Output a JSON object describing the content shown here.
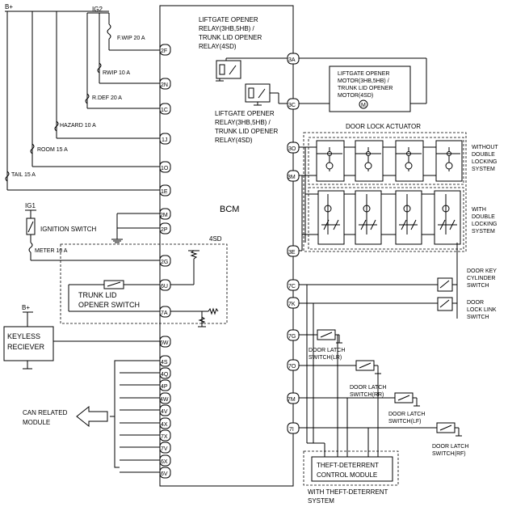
{
  "power": {
    "bplus": "B+",
    "ig2": "IG2",
    "ig1": "IG1",
    "bplus_keyless": "B+"
  },
  "fuses": {
    "fwip": "F.WIP 20 A",
    "rwip": "RWIP 10 A",
    "rdef": "R.DEF 20 A",
    "hazard": "HAZARD 10 A",
    "room": "ROOM 15 A",
    "tail": "TAIL 15 A",
    "meter": "METER 10 A"
  },
  "bcm": {
    "label": "BCM",
    "left_terminals": [
      "2F",
      "2N",
      "1C",
      "1J",
      "1O",
      "1E",
      "2M",
      "2P",
      "2G",
      "6U",
      "7A",
      "6W",
      "4S",
      "4Q",
      "4P",
      "4W",
      "4V",
      "4X",
      "7X",
      "7V",
      "6X",
      "6V"
    ],
    "right_terminals": [
      "3A",
      "3C",
      "3O",
      "3M",
      "3E",
      "7C",
      "7K",
      "7G",
      "7O",
      "7M",
      "7I"
    ]
  },
  "components": {
    "relay_top": [
      "LIFTGATE OPENER",
      "RELAY(3HB,5HB) /",
      "TRUNK LID OPENER",
      "RELAY(4SD)"
    ],
    "relay_bottom": [
      "LIFTGATE OPENER",
      "RELAY(3HB,5HB) /",
      "TRUNK LID OPENER",
      "RELAY(4SD)"
    ],
    "motor": [
      "LIFTGATE OPENER",
      "MOTOR(3HB,5HB) /",
      "TRUNK LID OPENER",
      "MOTOR(4SD)"
    ],
    "door_lock_actuator": "DOOR LOCK ACTUATOR",
    "without_double": [
      "WITHOUT",
      "DOUBLE",
      "LOCKING",
      "SYSTEM"
    ],
    "with_double": [
      "WITH",
      "DOUBLE",
      "LOCKING",
      "SYSTEM"
    ],
    "ignition_switch": "IGNITION SWITCH",
    "four_sd": "4SD",
    "trunk_switch": [
      "TRUNK LID",
      "OPENER SWITCH"
    ],
    "keyless": [
      "KEYLESS",
      "RECIEVER"
    ],
    "can": [
      "CAN RELATED",
      "MODULE"
    ],
    "door_key_cyl": [
      "DOOR KEY",
      "CYLINDER",
      "SWITCH"
    ],
    "door_lock_link": [
      "DOOR",
      "LOCK LINK",
      "SWITCH"
    ],
    "latch_lr": [
      "DOOR LATCH",
      "SWITCH(LR)"
    ],
    "latch_rr": [
      "DOOR LATCH",
      "SWITCH(RR)"
    ],
    "latch_lf": [
      "DOOR LATCH",
      "SWITCH(LF)"
    ],
    "latch_rf": [
      "DOOR LATCH",
      "SWITCH(RF)"
    ],
    "theft_module": [
      "THEFT-DETERRENT",
      "CONTROL MODULE"
    ],
    "with_theft": [
      "WITH THEFT-DETERRENT",
      "SYSTEM"
    ],
    "motor_symbol": "M"
  }
}
